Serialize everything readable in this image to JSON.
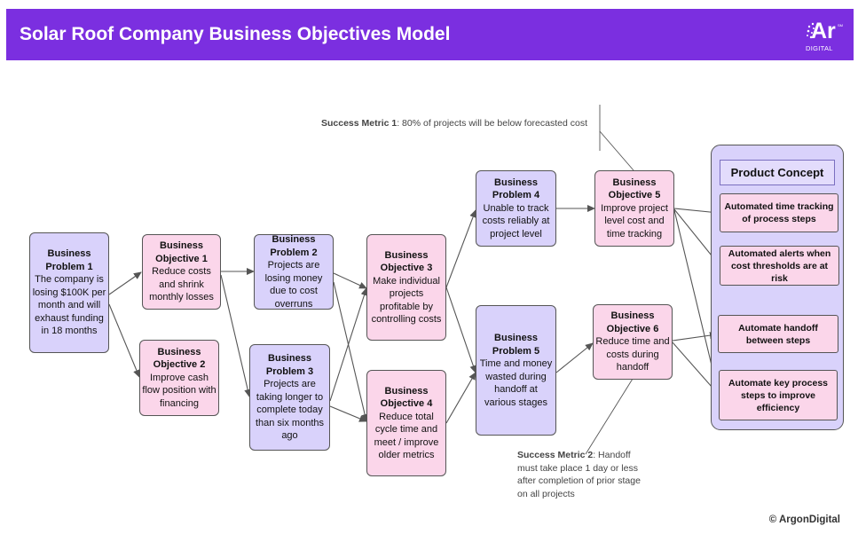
{
  "header": {
    "title": "Solar Roof Company Business Objectives Model",
    "logo_text": "Ar",
    "logo_subtext": "DIGITAL",
    "logo_sup": "SM",
    "bg_color": "#7b2fe0"
  },
  "boxes": {
    "bp1": {
      "title": "Business Problem 1",
      "text": "The company is losing $100K per month and will exhaust funding in 18 months"
    },
    "bo1": {
      "title": "Business Objective 1",
      "text": "Reduce costs and shrink monthly losses"
    },
    "bo2": {
      "title": "Business Objective 2",
      "text": "Improve cash flow position with financing"
    },
    "bp2": {
      "title": "Business Problem 2",
      "text": "Projects are losing money due to cost overruns"
    },
    "bp3": {
      "title": "Business Problem 3",
      "text": "Projects are taking longer to complete today than six months ago"
    },
    "bo3": {
      "title": "Business Objective 3",
      "text": "Make individual projects profitable by controlling costs"
    },
    "bo4": {
      "title": "Business Objective 4",
      "text": "Reduce total cycle time and meet / improve older metrics"
    },
    "bp4": {
      "title": "Business Problem 4",
      "text": "Unable to track costs reliably at project level"
    },
    "bp5": {
      "title": "Business Problem 5",
      "text": "Time and money wasted during handoff at various stages"
    },
    "bo5": {
      "title": "Business Objective 5",
      "text": "Improve project level cost and time tracking"
    },
    "bo6": {
      "title": "Business Objective 6",
      "text": "Reduce time and costs during handoff"
    }
  },
  "product_concept": {
    "title": "Product Concept",
    "items": [
      "Automated time tracking of process steps",
      "Automated alerts when cost thresholds are at risk",
      "Automate handoff between steps",
      "Automate key process steps to improve efficiency"
    ]
  },
  "metrics": {
    "m1_label": "Success Metric 1",
    "m1_text": ": 80% of projects will be below forecasted cost",
    "m2_label": "Success Metric 2",
    "m2_text": ": Handoff  must take place 1 day or less after completion of prior stage on all projects"
  },
  "footer": {
    "copyright": "© ArgonDigital"
  },
  "colors": {
    "problem": "#d9d2fb",
    "objective": "#fbd6ea",
    "concept_panel": "#d9d2fb"
  }
}
